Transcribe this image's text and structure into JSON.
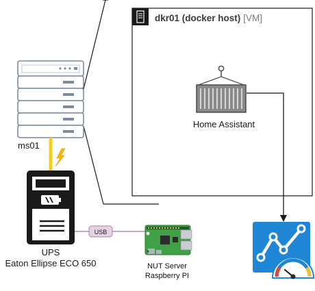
{
  "vm": {
    "name": "dkr01 (docker host)",
    "tag": "[VM]"
  },
  "server": {
    "name": "ms01"
  },
  "container": {
    "name": "Home Assistant"
  },
  "ups": {
    "line1": "UPS",
    "line2": "Eaton Ellipse ECO 650"
  },
  "link": {
    "label": "USB"
  },
  "nut": {
    "line1": "NUT Server",
    "line2": "Raspberry PI"
  },
  "colors": {
    "power_line": "#f2d020",
    "usb_line": "#b48cb4",
    "usb_badge": "#e2d2e2",
    "grafana_blue": "#1f86d6",
    "pcb_green": "#3fa046"
  }
}
